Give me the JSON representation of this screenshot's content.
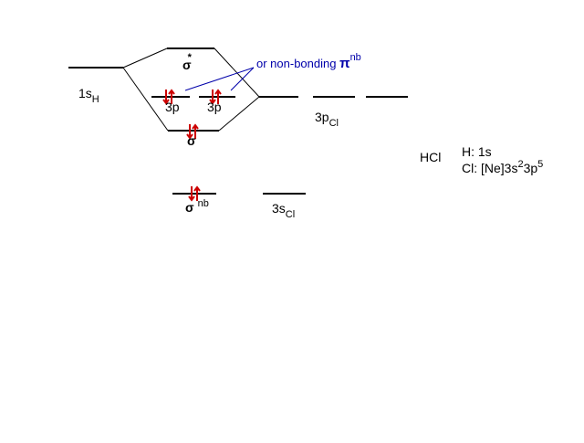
{
  "diagram": {
    "molecule": "HCl",
    "colors": {
      "line": "#000000",
      "electron": "#cc0000",
      "note": "#0000aa"
    },
    "labels": {
      "h_1s": {
        "main": "1s",
        "sub": "H"
      },
      "sigma_star": {
        "main": "σ",
        "sup": "*"
      },
      "p_left": "3p",
      "p_right": "3p",
      "sigma": "σ",
      "sigma_nb": {
        "main": "σ",
        "sup": "nb"
      },
      "cl_3p": {
        "main": "3p",
        "sub": "Cl"
      },
      "cl_3s": {
        "main": "3s",
        "sub": "Cl"
      },
      "note": {
        "text": "or non-bonding ",
        "symbol": "π",
        "sup": "nb"
      }
    },
    "config": {
      "molecule_label": "HCl",
      "h_line": "H:  1s",
      "cl_line": {
        "prefix": "Cl: [Ne]3s",
        "s_count": "2",
        "mid": "3p",
        "p_count": "5"
      }
    }
  }
}
